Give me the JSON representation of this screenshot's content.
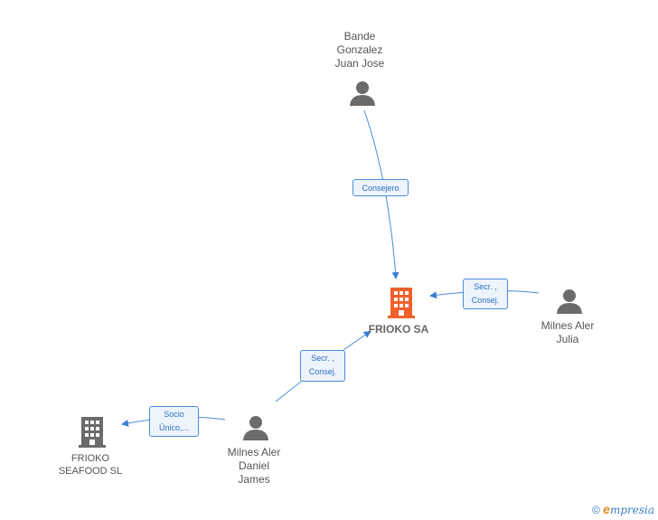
{
  "nodes": {
    "bande": {
      "label": "Bande\nGonzalez\nJuan Jose",
      "type": "person"
    },
    "frioko_sa": {
      "label": "FRIOKO SA",
      "type": "company-main"
    },
    "milnes_julia": {
      "label": "Milnes Aler\nJulia",
      "type": "person"
    },
    "milnes_daniel": {
      "label": "Milnes Aler\nDaniel\nJames",
      "type": "person"
    },
    "frioko_seafood": {
      "label": "FRIOKO\nSEAFOOD SL",
      "type": "company"
    }
  },
  "edges": {
    "consejero": {
      "label": "Consejero"
    },
    "secr_julia": {
      "label": "Secr. ,\nConsej."
    },
    "secr_daniel": {
      "label": "Secr. ,\nConsej."
    },
    "socio": {
      "label": "Socio\nÚnico,..."
    }
  },
  "footer": {
    "copyright_symbol": "©",
    "brand_initial": "e",
    "brand_rest": "mpresia"
  },
  "colors": {
    "edge": "#4a8cd9",
    "main_company": "#f0602a",
    "company": "#6b6b6b",
    "person": "#6b6b6b"
  }
}
